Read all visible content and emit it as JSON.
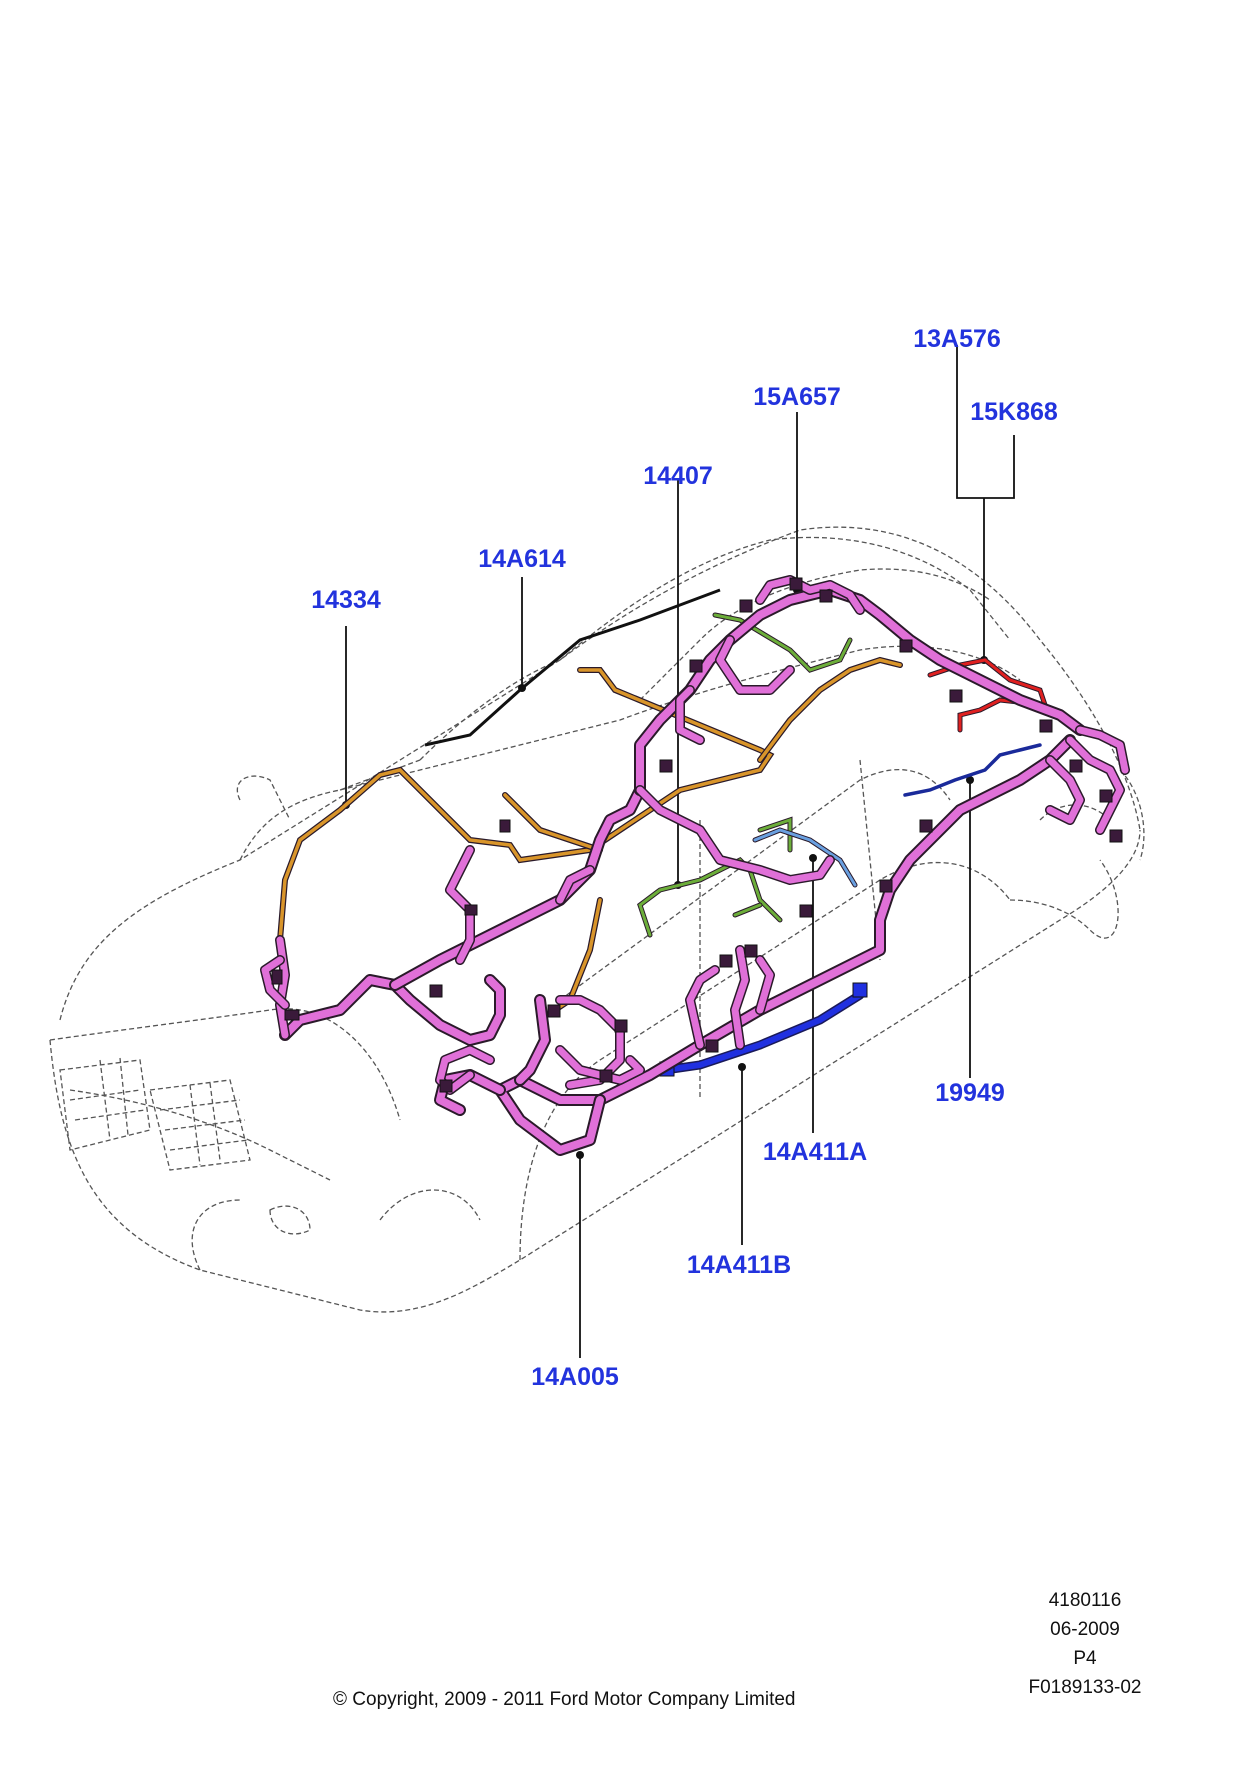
{
  "labels": {
    "p13a576": "13A576",
    "p15k868": "15K868",
    "p15a657": "15A657",
    "p14407": "14407",
    "p14a614": "14A614",
    "p14334": "14334",
    "p19949": "19949",
    "p14a411a": "14A411A",
    "p14a411b": "14A411B",
    "p14a005": "14A005"
  },
  "reference": {
    "number": "4180116",
    "date": "06-2009",
    "page": "P4",
    "figure_id": "F0189133-02"
  },
  "copyright": "© Copyright, 2009 - 2011 Ford Motor Company Limited",
  "colors": {
    "label": "#2233dd",
    "harness_main": "#e070d8",
    "harness_outline": "#2a1a2a",
    "harness_orange": "#d9952a",
    "harness_green": "#6cae3a",
    "harness_red": "#e02020",
    "harness_navy": "#1a2a9a",
    "harness_blue": "#2030e0",
    "harness_lightblue": "#6aa0e0",
    "car_outline": "#555555"
  }
}
